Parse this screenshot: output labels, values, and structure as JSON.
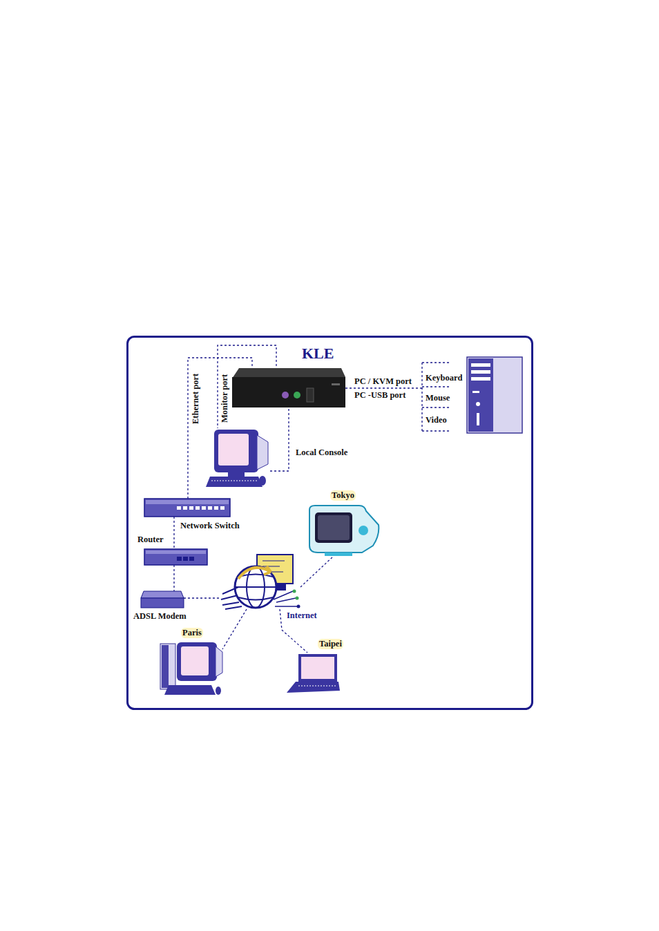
{
  "diagram": {
    "nodes": [
      {
        "text": [
          "KLE"
        ]
      },
      {
        "text": [
          "Local Console"
        ]
      },
      {
        "text": [
          "Network Switch"
        ]
      },
      {
        "text": [
          "Router"
        ]
      },
      {
        "text": [
          "ADSL Modem"
        ]
      },
      {
        "text": [
          "Internet"
        ]
      },
      {
        "text": [
          "Tokyo"
        ]
      },
      {
        "text": [
          "Paris"
        ]
      },
      {
        "text": [
          "Taipei"
        ]
      }
    ],
    "edges": [
      {
        "from": 0,
        "to": 2,
        "label": "Ethernet port",
        "arrow": "none"
      },
      {
        "from": 0,
        "to": 1,
        "label": "Monitor port",
        "arrow": "none"
      },
      {
        "from": 0,
        "to": 1,
        "arrow": "none"
      },
      {
        "from": 2,
        "to": 3,
        "arrow": "none"
      },
      {
        "from": 3,
        "to": 4,
        "arrow": "none"
      },
      {
        "from": 4,
        "to": 5,
        "arrow": "none"
      },
      {
        "from": 5,
        "to": 6,
        "arrow": "none"
      },
      {
        "from": 5,
        "to": 7,
        "arrow": "none"
      },
      {
        "from": 5,
        "to": 8,
        "arrow": "none"
      }
    ],
    "labels": [
      "PC / KVM port",
      "PC -USB port",
      "Keyboard",
      "Mouse",
      "Video"
    ]
  }
}
